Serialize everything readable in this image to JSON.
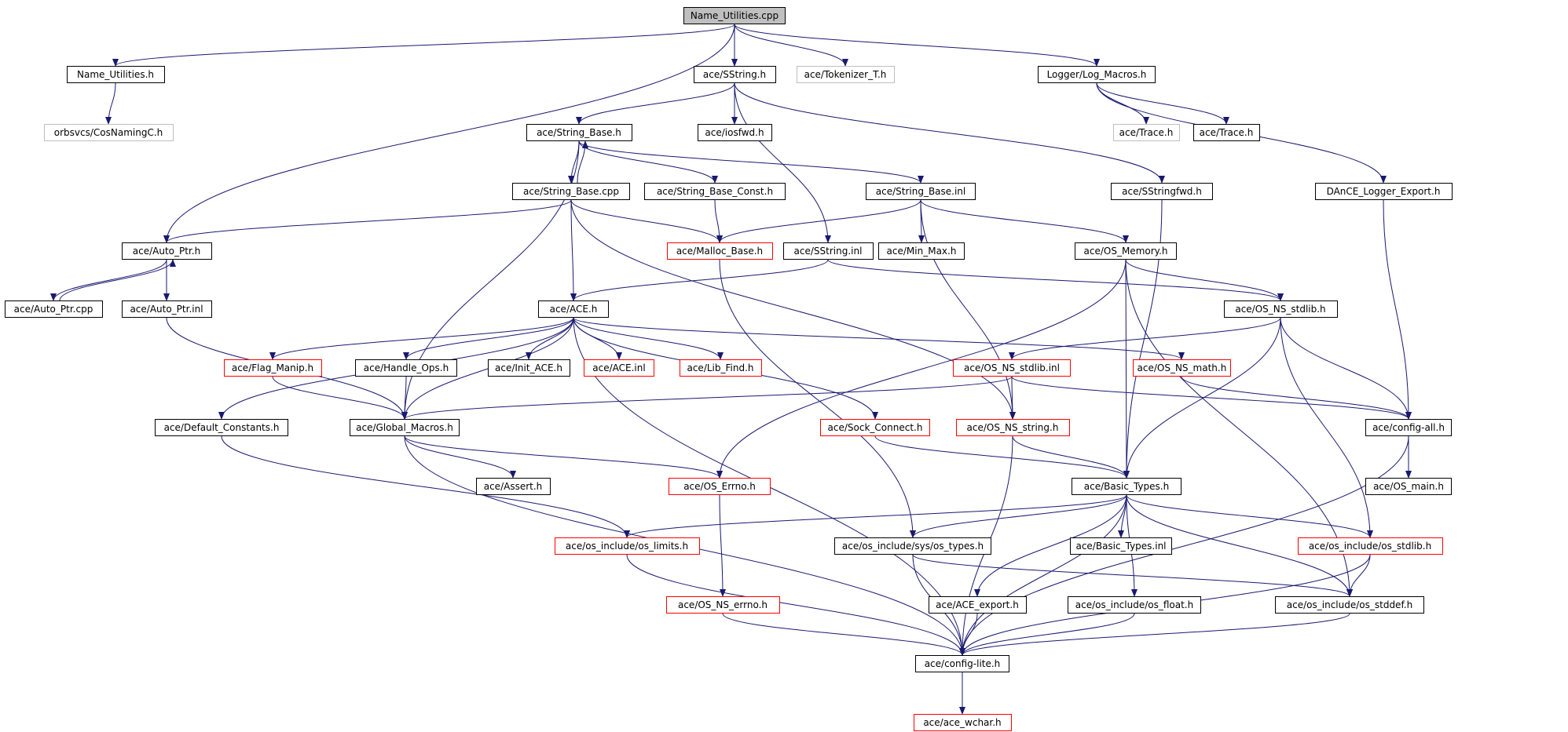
{
  "colors": {
    "edge": "#191970",
    "root_fill": "#bfbfbf",
    "normal_border": "#000000",
    "red_border": "#ff0000",
    "gray_border": "#bfbfbf"
  },
  "nodes": [
    {
      "id": "name_utilities_cpp",
      "label": "Name_Utilities.cpp",
      "style": "root"
    },
    {
      "id": "name_utilities_h",
      "label": "Name_Utilities.h",
      "style": "normal"
    },
    {
      "id": "cosnamingc_h",
      "label": "orbsvcs/CosNamingC.h",
      "style": "gray"
    },
    {
      "id": "sstring_h",
      "label": "ace/SString.h",
      "style": "normal"
    },
    {
      "id": "tokenizer_t_h",
      "label": "ace/Tokenizer_T.h",
      "style": "gray"
    },
    {
      "id": "log_macros_h",
      "label": "Logger/Log_Macros.h",
      "style": "normal"
    },
    {
      "id": "trace_h_gray",
      "label": "ace/Trace.h",
      "style": "gray"
    },
    {
      "id": "trace_h",
      "label": "ace/Trace.h",
      "style": "normal"
    },
    {
      "id": "string_base_h",
      "label": "ace/String_Base.h",
      "style": "normal"
    },
    {
      "id": "iosfwd_h",
      "label": "ace/iosfwd.h",
      "style": "normal"
    },
    {
      "id": "string_base_cpp",
      "label": "ace/String_Base.cpp",
      "style": "normal"
    },
    {
      "id": "string_base_const_h",
      "label": "ace/String_Base_Const.h",
      "style": "normal"
    },
    {
      "id": "string_base_inl",
      "label": "ace/String_Base.inl",
      "style": "normal"
    },
    {
      "id": "sstringfwd_h",
      "label": "ace/SStringfwd.h",
      "style": "normal"
    },
    {
      "id": "dance_logger_export_h",
      "label": "DAnCE_Logger_Export.h",
      "style": "normal"
    },
    {
      "id": "auto_ptr_h",
      "label": "ace/Auto_Ptr.h",
      "style": "normal"
    },
    {
      "id": "malloc_base_h",
      "label": "ace/Malloc_Base.h",
      "style": "red"
    },
    {
      "id": "sstring_inl",
      "label": "ace/SString.inl",
      "style": "normal"
    },
    {
      "id": "min_max_h",
      "label": "ace/Min_Max.h",
      "style": "normal"
    },
    {
      "id": "os_memory_h",
      "label": "ace/OS_Memory.h",
      "style": "normal"
    },
    {
      "id": "auto_ptr_cpp",
      "label": "ace/Auto_Ptr.cpp",
      "style": "normal"
    },
    {
      "id": "auto_ptr_inl",
      "label": "ace/Auto_Ptr.inl",
      "style": "normal"
    },
    {
      "id": "ace_h",
      "label": "ace/ACE.h",
      "style": "normal"
    },
    {
      "id": "os_ns_stdlib_h",
      "label": "ace/OS_NS_stdlib.h",
      "style": "normal"
    },
    {
      "id": "flag_manip_h",
      "label": "ace/Flag_Manip.h",
      "style": "red"
    },
    {
      "id": "handle_ops_h",
      "label": "ace/Handle_Ops.h",
      "style": "normal"
    },
    {
      "id": "init_ace_h",
      "label": "ace/Init_ACE.h",
      "style": "normal"
    },
    {
      "id": "ace_inl",
      "label": "ace/ACE.inl",
      "style": "red"
    },
    {
      "id": "lib_find_h",
      "label": "ace/Lib_Find.h",
      "style": "red"
    },
    {
      "id": "os_ns_stdlib_inl",
      "label": "ace/OS_NS_stdlib.inl",
      "style": "red"
    },
    {
      "id": "os_ns_math_h",
      "label": "ace/OS_NS_math.h",
      "style": "red"
    },
    {
      "id": "default_constants_h",
      "label": "ace/Default_Constants.h",
      "style": "normal"
    },
    {
      "id": "global_macros_h",
      "label": "ace/Global_Macros.h",
      "style": "normal"
    },
    {
      "id": "sock_connect_h",
      "label": "ace/Sock_Connect.h",
      "style": "red"
    },
    {
      "id": "os_ns_string_h",
      "label": "ace/OS_NS_string.h",
      "style": "red"
    },
    {
      "id": "config_all_h",
      "label": "ace/config-all.h",
      "style": "normal"
    },
    {
      "id": "assert_h",
      "label": "ace/Assert.h",
      "style": "normal"
    },
    {
      "id": "os_errno_h",
      "label": "ace/OS_Errno.h",
      "style": "red"
    },
    {
      "id": "basic_types_h",
      "label": "ace/Basic_Types.h",
      "style": "normal"
    },
    {
      "id": "os_main_h",
      "label": "ace/OS_main.h",
      "style": "normal"
    },
    {
      "id": "os_limits_h",
      "label": "ace/os_include/os_limits.h",
      "style": "red"
    },
    {
      "id": "os_types_h",
      "label": "ace/os_include/sys/os_types.h",
      "style": "normal"
    },
    {
      "id": "basic_types_inl",
      "label": "ace/Basic_Types.inl",
      "style": "normal"
    },
    {
      "id": "os_stdlib_h",
      "label": "ace/os_include/os_stdlib.h",
      "style": "red"
    },
    {
      "id": "os_ns_errno_h",
      "label": "ace/OS_NS_errno.h",
      "style": "red"
    },
    {
      "id": "ace_export_h",
      "label": "ace/ACE_export.h",
      "style": "normal"
    },
    {
      "id": "os_float_h",
      "label": "ace/os_include/os_float.h",
      "style": "normal"
    },
    {
      "id": "os_stddef_h",
      "label": "ace/os_include/os_stddef.h",
      "style": "normal"
    },
    {
      "id": "config_lite_h",
      "label": "ace/config-lite.h",
      "style": "normal"
    },
    {
      "id": "ace_wchar_h",
      "label": "ace/ace_wchar.h",
      "style": "red"
    }
  ],
  "edges": [
    [
      "name_utilities_cpp",
      "name_utilities_h"
    ],
    [
      "name_utilities_cpp",
      "sstring_h"
    ],
    [
      "name_utilities_cpp",
      "tokenizer_t_h"
    ],
    [
      "name_utilities_cpp",
      "log_macros_h"
    ],
    [
      "name_utilities_cpp",
      "auto_ptr_h"
    ],
    [
      "name_utilities_h",
      "cosnamingc_h"
    ],
    [
      "sstring_h",
      "string_base_h"
    ],
    [
      "sstring_h",
      "iosfwd_h"
    ],
    [
      "sstring_h",
      "sstring_inl"
    ],
    [
      "sstring_h",
      "sstringfwd_h"
    ],
    [
      "log_macros_h",
      "trace_h_gray"
    ],
    [
      "log_macros_h",
      "trace_h"
    ],
    [
      "log_macros_h",
      "dance_logger_export_h"
    ],
    [
      "string_base_h",
      "string_base_cpp"
    ],
    [
      "string_base_h",
      "string_base_const_h"
    ],
    [
      "string_base_h",
      "string_base_inl"
    ],
    [
      "string_base_h",
      "global_macros_h"
    ],
    [
      "string_base_cpp",
      "string_base_h"
    ],
    [
      "string_base_cpp",
      "auto_ptr_h"
    ],
    [
      "string_base_cpp",
      "malloc_base_h"
    ],
    [
      "string_base_cpp",
      "ace_h"
    ],
    [
      "string_base_cpp",
      "os_ns_string_h"
    ],
    [
      "string_base_const_h",
      "malloc_base_h"
    ],
    [
      "string_base_inl",
      "malloc_base_h"
    ],
    [
      "string_base_inl",
      "min_max_h"
    ],
    [
      "string_base_inl",
      "os_memory_h"
    ],
    [
      "string_base_inl",
      "os_ns_string_h"
    ],
    [
      "sstringfwd_h",
      "basic_types_h"
    ],
    [
      "dance_logger_export_h",
      "config_all_h"
    ],
    [
      "auto_ptr_h",
      "auto_ptr_cpp"
    ],
    [
      "auto_ptr_h",
      "auto_ptr_inl"
    ],
    [
      "auto_ptr_cpp",
      "auto_ptr_h"
    ],
    [
      "auto_ptr_inl",
      "global_macros_h"
    ],
    [
      "malloc_base_h",
      "os_types_h"
    ],
    [
      "sstring_inl",
      "ace_h"
    ],
    [
      "sstring_inl",
      "os_ns_stdlib_h"
    ],
    [
      "os_memory_h",
      "os_ns_stdlib_h"
    ],
    [
      "os_memory_h",
      "basic_types_h"
    ],
    [
      "os_memory_h",
      "os_errno_h"
    ],
    [
      "os_memory_h",
      "os_stddef_h"
    ],
    [
      "ace_h",
      "flag_manip_h"
    ],
    [
      "ace_h",
      "handle_ops_h"
    ],
    [
      "ace_h",
      "init_ace_h"
    ],
    [
      "ace_h",
      "ace_inl"
    ],
    [
      "ace_h",
      "lib_find_h"
    ],
    [
      "ace_h",
      "sock_connect_h"
    ],
    [
      "ace_h",
      "os_ns_math_h"
    ],
    [
      "ace_h",
      "default_constants_h"
    ],
    [
      "ace_h",
      "global_macros_h"
    ],
    [
      "ace_h",
      "config_lite_h"
    ],
    [
      "os_ns_stdlib_h",
      "os_ns_stdlib_inl"
    ],
    [
      "os_ns_stdlib_h",
      "config_all_h"
    ],
    [
      "os_ns_stdlib_h",
      "basic_types_h"
    ],
    [
      "os_ns_stdlib_h",
      "os_stdlib_h"
    ],
    [
      "flag_manip_h",
      "global_macros_h"
    ],
    [
      "handle_ops_h",
      "global_macros_h"
    ],
    [
      "os_ns_stdlib_inl",
      "global_macros_h"
    ],
    [
      "os_ns_stdlib_inl",
      "os_ns_string_h"
    ],
    [
      "os_ns_stdlib_inl",
      "config_all_h"
    ],
    [
      "os_ns_math_h",
      "config_all_h"
    ],
    [
      "default_constants_h",
      "os_limits_h"
    ],
    [
      "global_macros_h",
      "assert_h"
    ],
    [
      "global_macros_h",
      "os_errno_h"
    ],
    [
      "global_macros_h",
      "config_lite_h"
    ],
    [
      "sock_connect_h",
      "basic_types_h"
    ],
    [
      "os_ns_string_h",
      "basic_types_h"
    ],
    [
      "os_ns_string_h",
      "config_lite_h"
    ],
    [
      "config_all_h",
      "os_main_h"
    ],
    [
      "config_all_h",
      "config_lite_h"
    ],
    [
      "os_errno_h",
      "os_ns_errno_h"
    ],
    [
      "basic_types_h",
      "os_limits_h"
    ],
    [
      "basic_types_h",
      "os_types_h"
    ],
    [
      "basic_types_h",
      "basic_types_inl"
    ],
    [
      "basic_types_h",
      "os_stdlib_h"
    ],
    [
      "basic_types_h",
      "ace_export_h"
    ],
    [
      "basic_types_h",
      "os_float_h"
    ],
    [
      "basic_types_h",
      "os_stddef_h"
    ],
    [
      "basic_types_h",
      "config_lite_h"
    ],
    [
      "os_limits_h",
      "config_lite_h"
    ],
    [
      "os_types_h",
      "config_lite_h"
    ],
    [
      "os_types_h",
      "os_stddef_h"
    ],
    [
      "os_stdlib_h",
      "os_stddef_h"
    ],
    [
      "os_stdlib_h",
      "config_lite_h"
    ],
    [
      "os_ns_errno_h",
      "config_lite_h"
    ],
    [
      "ace_export_h",
      "config_lite_h"
    ],
    [
      "os_float_h",
      "config_lite_h"
    ],
    [
      "os_stddef_h",
      "config_lite_h"
    ],
    [
      "config_lite_h",
      "ace_wchar_h"
    ]
  ]
}
